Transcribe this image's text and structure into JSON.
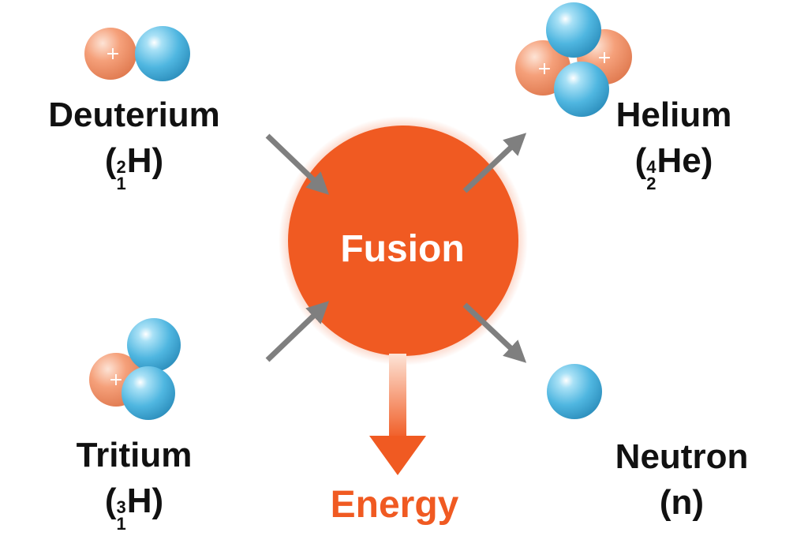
{
  "deuterium": {
    "name": "Deuterium",
    "open": "(",
    "mass": "2",
    "atomic": "1",
    "symbol": "H",
    "close": ")"
  },
  "tritium": {
    "name": "Tritium",
    "open": "(",
    "mass": "3",
    "atomic": "1",
    "symbol": "H",
    "close": ")"
  },
  "helium": {
    "name": "Helium",
    "open": "(",
    "mass": "4",
    "atomic": "2",
    "symbol": "He",
    "close": ")"
  },
  "neutron": {
    "name": "Neutron",
    "symbol": "(n)"
  },
  "center": "Fusion",
  "output": "Energy",
  "proton_sign": "+",
  "colors": {
    "proton": "#f5a07a",
    "neutron": "#4fb6e0",
    "fusion_core": "#f05a22",
    "energy": "#f05a22",
    "arrow": "#7f7f7f",
    "text": "#111111"
  }
}
